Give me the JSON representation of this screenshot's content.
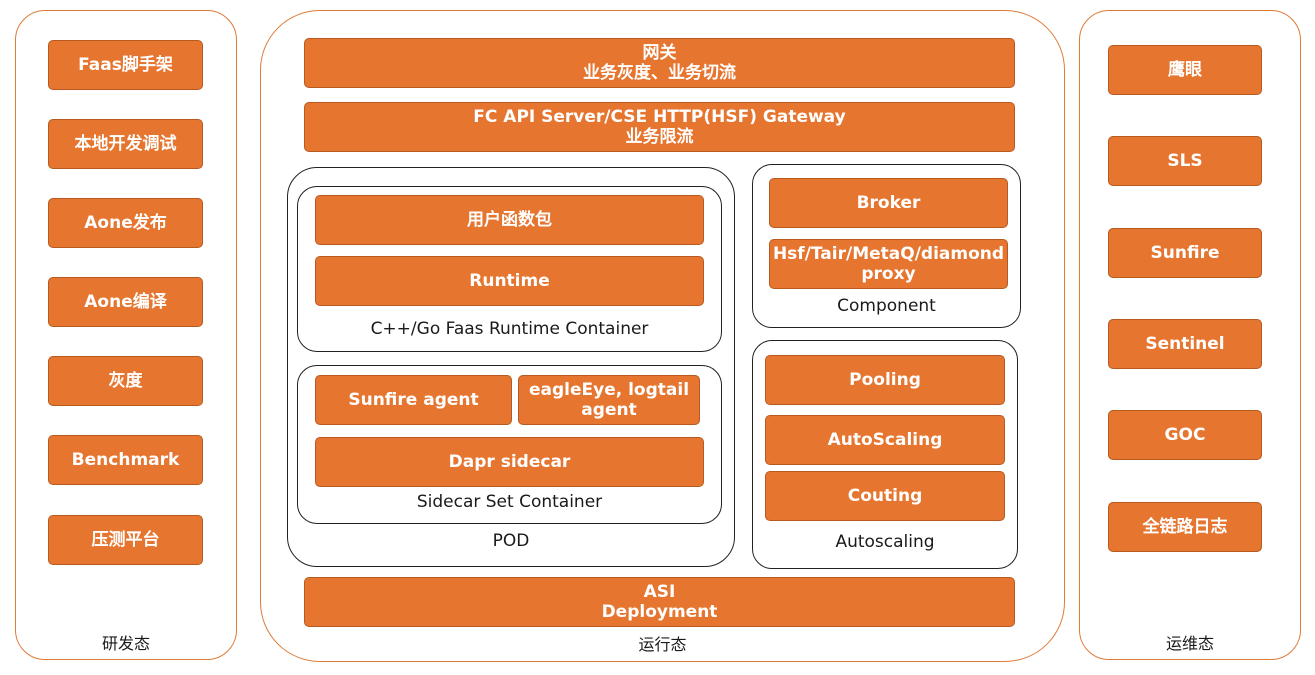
{
  "left_panel": {
    "label": "研发态",
    "items": [
      "Faas脚手架",
      "本地开发调试",
      "Aone发布",
      "Aone编译",
      "灰度",
      "Benchmark",
      "压测平台"
    ]
  },
  "center_panel": {
    "label": "运行态",
    "gateway": {
      "line1": "网关",
      "line2": "业务灰度、业务切流"
    },
    "api_server": {
      "line1": "FC API Server/CSE HTTP(HSF) Gateway",
      "line2": "业务限流"
    },
    "pod": {
      "label": "POD",
      "runtime_container": {
        "label": "C++/Go Faas Runtime Container",
        "user_package": "用户函数包",
        "runtime": "Runtime"
      },
      "sidecar_container": {
        "label": "Sidecar Set Container",
        "sunfire_agent": "Sunfire agent",
        "eagleeye_agent": {
          "line1": "eagleEye, logtail",
          "line2": "agent"
        },
        "dapr_sidecar": "Dapr sidecar"
      }
    },
    "component": {
      "label": "Component",
      "broker": "Broker",
      "proxy": {
        "line1": "Hsf/Tair/MetaQ/diamond",
        "line2": "proxy"
      }
    },
    "autoscaling": {
      "label": "Autoscaling",
      "pooling": "Pooling",
      "autoscaling_box": "AutoScaling",
      "couting": "Couting"
    },
    "asi": {
      "line1": "ASI",
      "line2": "Deployment"
    }
  },
  "right_panel": {
    "label": "运维态",
    "items": [
      "鹰眼",
      "SLS",
      "Sunfire",
      "Sentinel",
      "GOC",
      "全链路日志"
    ]
  }
}
